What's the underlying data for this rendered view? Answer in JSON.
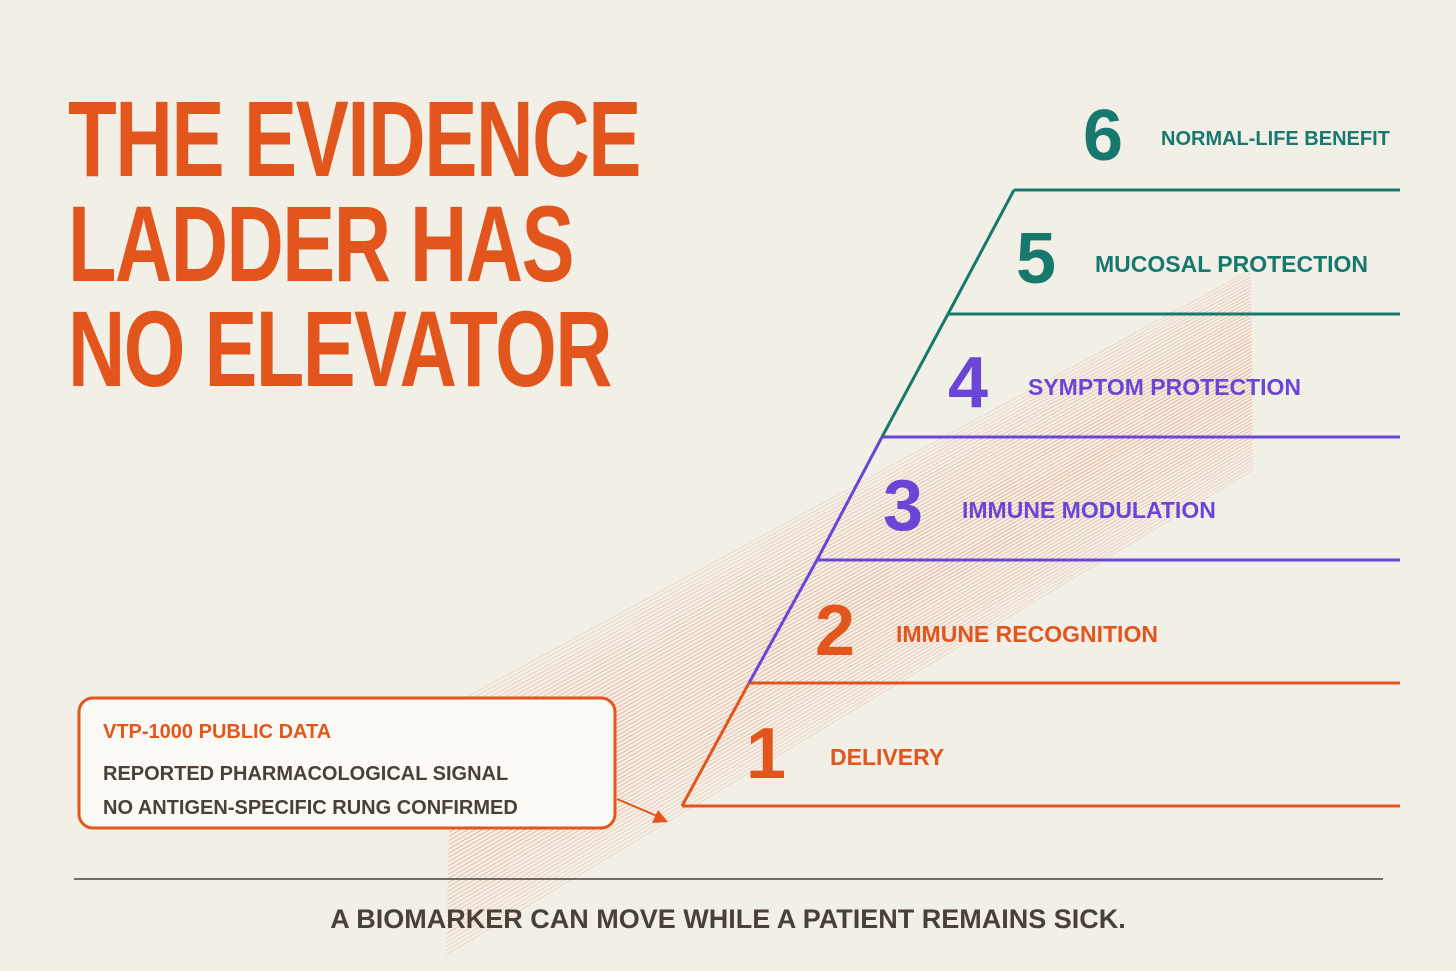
{
  "title_lines": [
    "THE EVIDENCE",
    "LADDER HAS",
    "NO ELEVATOR"
  ],
  "rungs": [
    {
      "number": "1",
      "label": "DELIVERY"
    },
    {
      "number": "2",
      "label": "IMMUNE RECOGNITION"
    },
    {
      "number": "3",
      "label": "IMMUNE MODULATION"
    },
    {
      "number": "4",
      "label": "SYMPTOM PROTECTION"
    },
    {
      "number": "5",
      "label": "MUCOSAL PROTECTION"
    },
    {
      "number": "6",
      "label": "NORMAL-LIFE BENEFIT"
    }
  ],
  "callout": {
    "title": "VTP-1000 PUBLIC DATA",
    "lines": [
      "REPORTED PHARMACOLOGICAL SIGNAL",
      "NO ANTIGEN-SPECIFIC RUNG CONFIRMED"
    ]
  },
  "footer": "A BIOMARKER CAN MOVE WHILE A PATIENT REMAINS SICK.",
  "colors": {
    "background": "#f2efe7",
    "orange": "#e2561e",
    "purple": "#6a45d6",
    "teal": "#17796e",
    "footer_text": "#4a4038",
    "rule": "#4a4038"
  }
}
